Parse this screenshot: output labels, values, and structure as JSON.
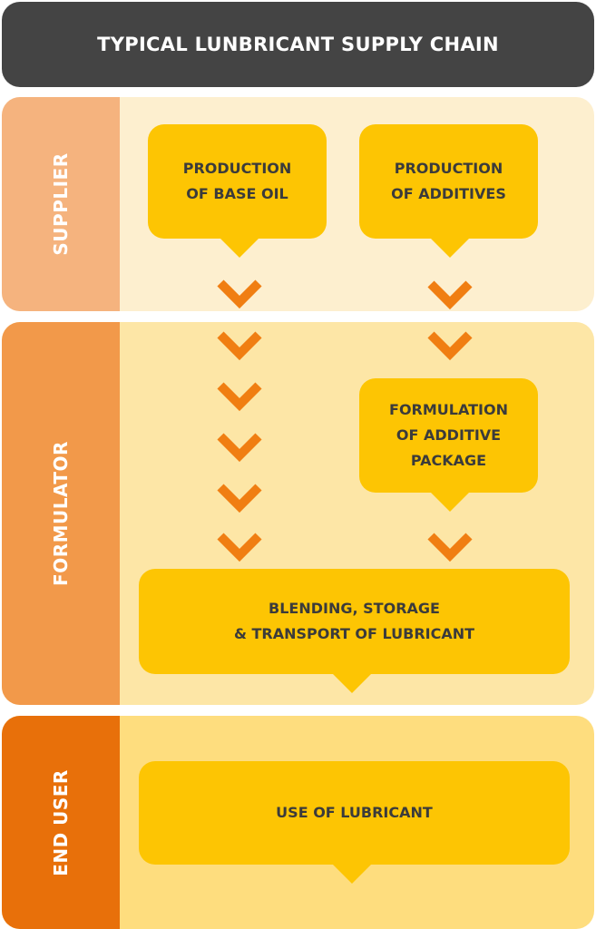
{
  "header": {
    "title": "TYPICAL LUNBRICANT SUPPLY CHAIN"
  },
  "lanes": {
    "supplier": {
      "label": "SUPPLIER"
    },
    "formulator": {
      "label": "FORMULATOR"
    },
    "end_user": {
      "label": "END USER"
    }
  },
  "steps": {
    "base_oil": "PRODUCTION\nOF BASE OIL",
    "additives": "PRODUCTION\nOF ADDITIVES",
    "additive_package": "FORMULATION\nOF ADDITIVE\nPACKAGE",
    "blending": "BLENDING, STORAGE\n& TRANSPORT OF LUBRICANT",
    "use": "USE OF LUBRICANT"
  },
  "colors": {
    "header_bg": "#444444",
    "supplier_side": "#F5B37E",
    "supplier_content": "#FDEFCF",
    "formulator_side": "#F2994A",
    "formulator_content": "#FDE6A6",
    "end_user_side": "#E8700A",
    "end_user_content": "#FEDD7E",
    "box_fill": "#FDC503",
    "chevron": "#F07E12",
    "text_dark": "#3B3B3B"
  }
}
